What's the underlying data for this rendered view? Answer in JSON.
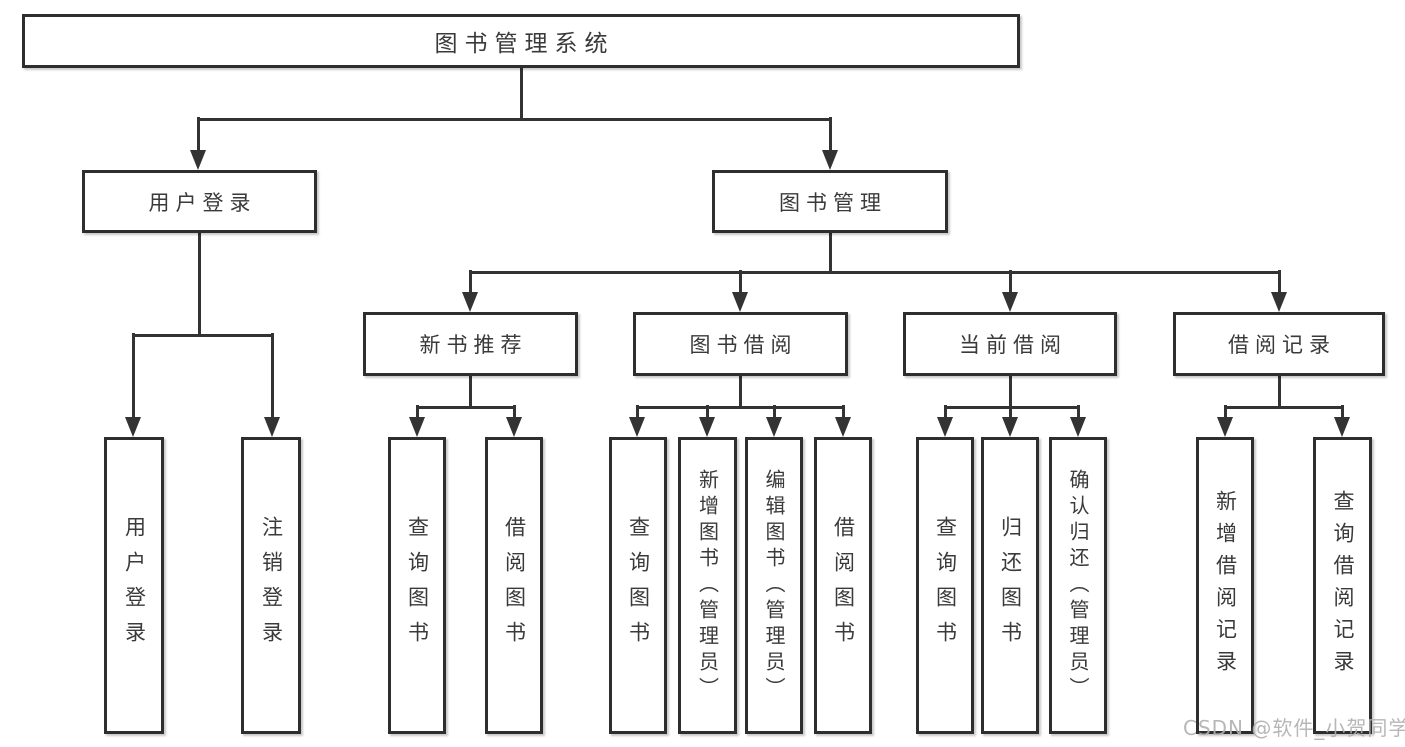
{
  "diagram": {
    "title": "图书管理系统",
    "watermark": "CSDN @软件_小贺同学",
    "level2": [
      {
        "label": "用户登录"
      },
      {
        "label": "图书管理"
      }
    ],
    "level3": [
      {
        "label": "新书推荐"
      },
      {
        "label": "图书借阅"
      },
      {
        "label": "当前借阅"
      },
      {
        "label": "借阅记录"
      }
    ],
    "leaves": {
      "user_login": [
        {
          "label": "用户登录"
        },
        {
          "label": "注销登录"
        }
      ],
      "new_book_recommend": [
        {
          "label": "查询图书"
        },
        {
          "label": "借阅图书"
        }
      ],
      "book_borrow": [
        {
          "label": "查询图书"
        },
        {
          "label": "新增图书（管理员）"
        },
        {
          "label": "编辑图书（管理员）"
        },
        {
          "label": "借阅图书"
        }
      ],
      "current_borrow": [
        {
          "label": "查询图书"
        },
        {
          "label": "归还图书"
        },
        {
          "label": "确认归还（管理员）"
        }
      ],
      "borrow_record": [
        {
          "label": "新增借阅记录"
        },
        {
          "label": "查询借阅记录"
        }
      ]
    },
    "colors": {
      "line": "#333333",
      "text": "#3a3a3a",
      "background": "#ffffff",
      "watermark": "#b0b0b0"
    }
  }
}
